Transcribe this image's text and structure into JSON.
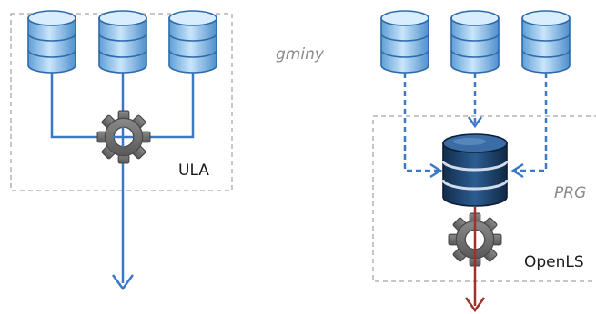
{
  "labels": {
    "ula": "ULA",
    "gminy": "gminy",
    "prg": "PRG",
    "openls": "OpenLS"
  },
  "colors": {
    "blue_line": "#3c78c8",
    "red_arrow": "#a0302a",
    "dashed_border": "#b4b4b4",
    "database_light": "#a9d4f5",
    "database_dark": "#1d3f66",
    "gear": "#6d6d6d"
  },
  "icons": [
    "database-icon",
    "gear-icon"
  ]
}
